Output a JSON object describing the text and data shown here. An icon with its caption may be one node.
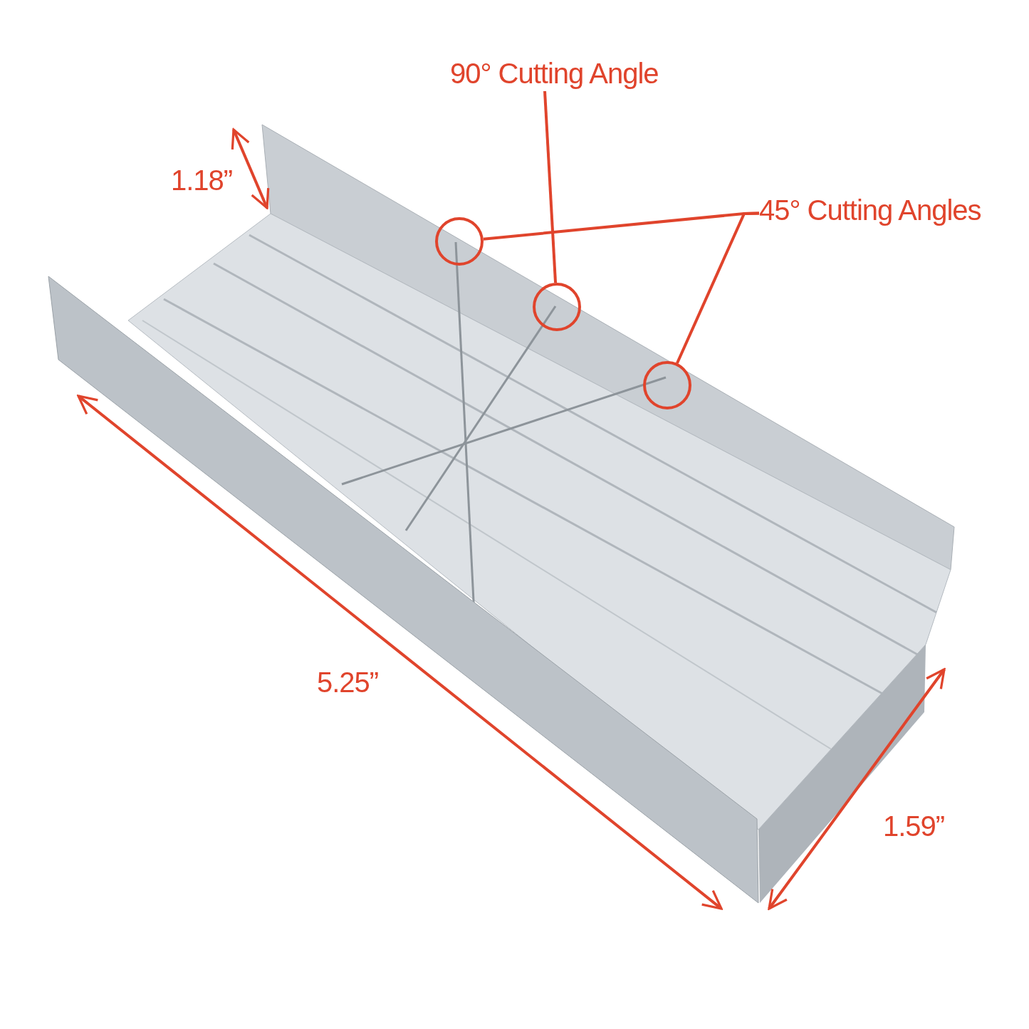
{
  "diagram": {
    "nodes": [
      {
        "text": [
          "90° Cutting Angle"
        ]
      },
      {
        "text": [],
        "shape": "circle"
      },
      {
        "text": [
          "45° Cutting Angles"
        ]
      },
      {
        "text": [],
        "shape": "circle"
      },
      {
        "text": [],
        "shape": "circle"
      }
    ],
    "edges": [
      {
        "from": 0,
        "to": 1,
        "arrow": "none"
      },
      {
        "from": 2,
        "to": 3,
        "arrow": "none"
      },
      {
        "from": 2,
        "to": 4,
        "arrow": "none"
      }
    ],
    "labels": [
      "1.18”",
      "5.25”",
      "1.59”"
    ]
  }
}
